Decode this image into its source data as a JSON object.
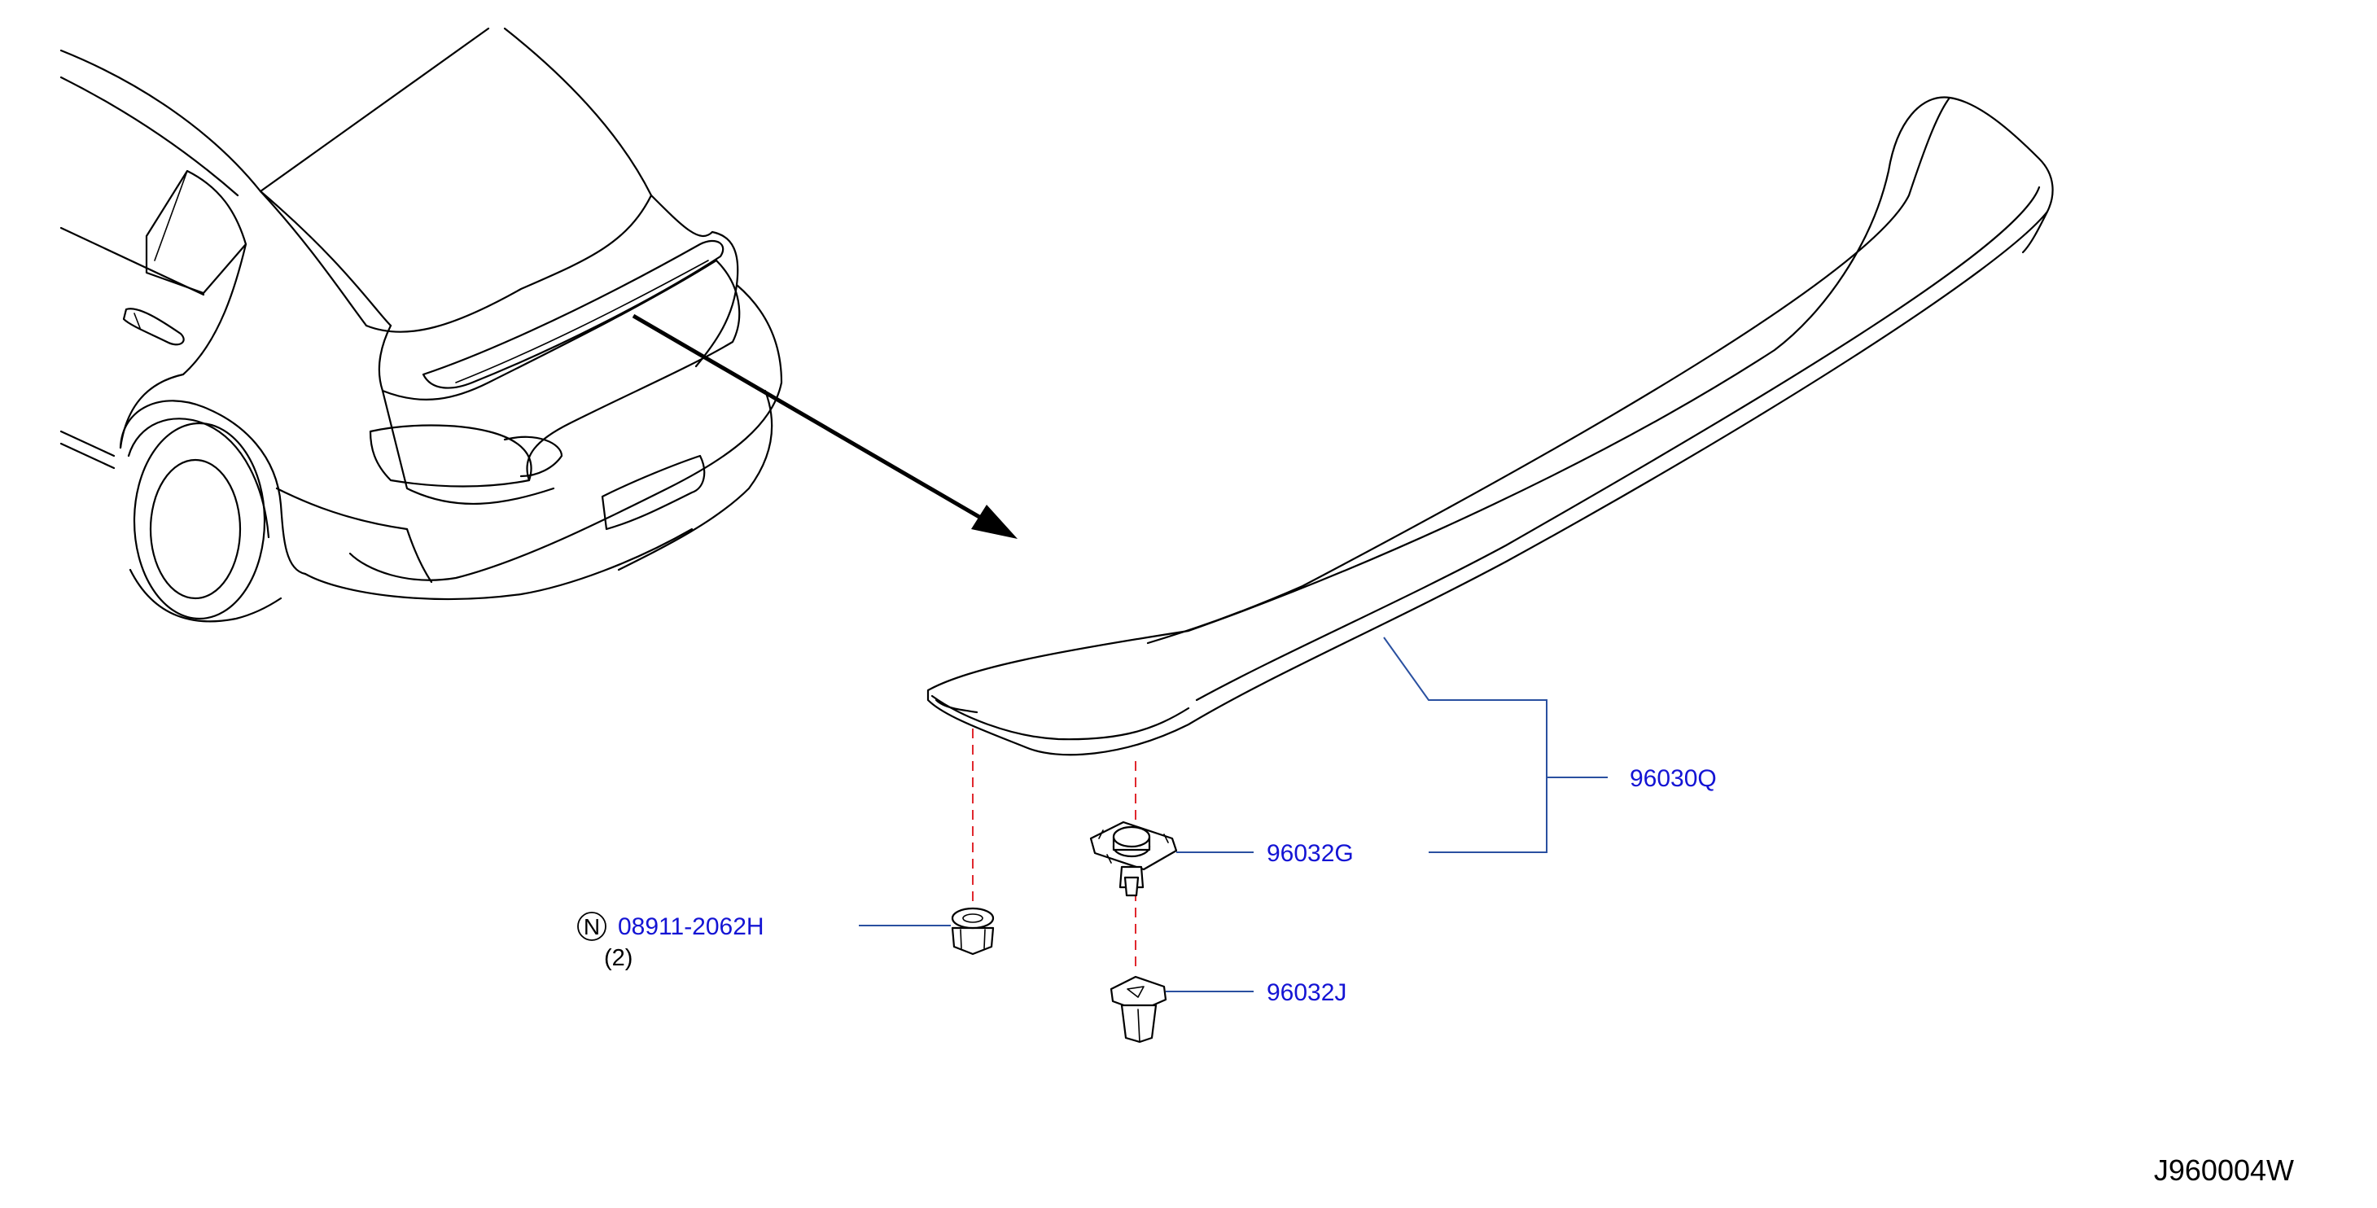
{
  "parts": {
    "spoiler": {
      "number": "96030Q"
    },
    "clip_g": {
      "number": "96032G"
    },
    "clip_j": {
      "number": "96032J"
    },
    "nut": {
      "badge": "N",
      "number": "08911-2062H",
      "quantity": "(2)"
    }
  },
  "diagram_code": "J960004W",
  "colors": {
    "callout_text": "#1414d4",
    "leader_line": "#2a50a0",
    "alignment_dash": "#e0282e",
    "outline": "#000000"
  }
}
